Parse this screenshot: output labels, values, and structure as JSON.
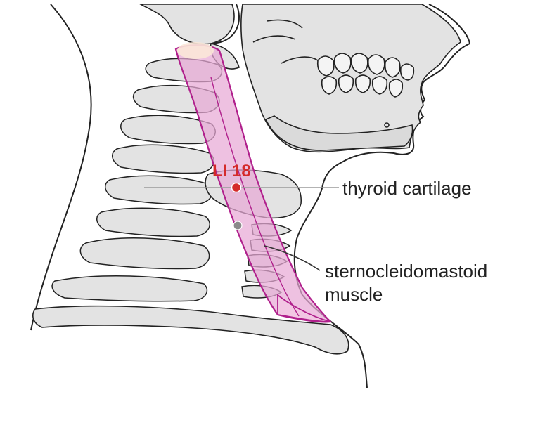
{
  "point": {
    "label": "LI 18",
    "color": "#d42a2a"
  },
  "labels": {
    "thyroid": "thyroid cartilage",
    "scm_line1": "sternocleidomastoid",
    "scm_line2": "muscle"
  },
  "colors": {
    "bone_fill": "#e3e3e3",
    "outline": "#222222",
    "muscle_fill": "#e7a9d6",
    "muscle_stroke": "#b0208c",
    "guide_line": "#9a9a9a",
    "marker_gray": "#8a8a8a"
  }
}
